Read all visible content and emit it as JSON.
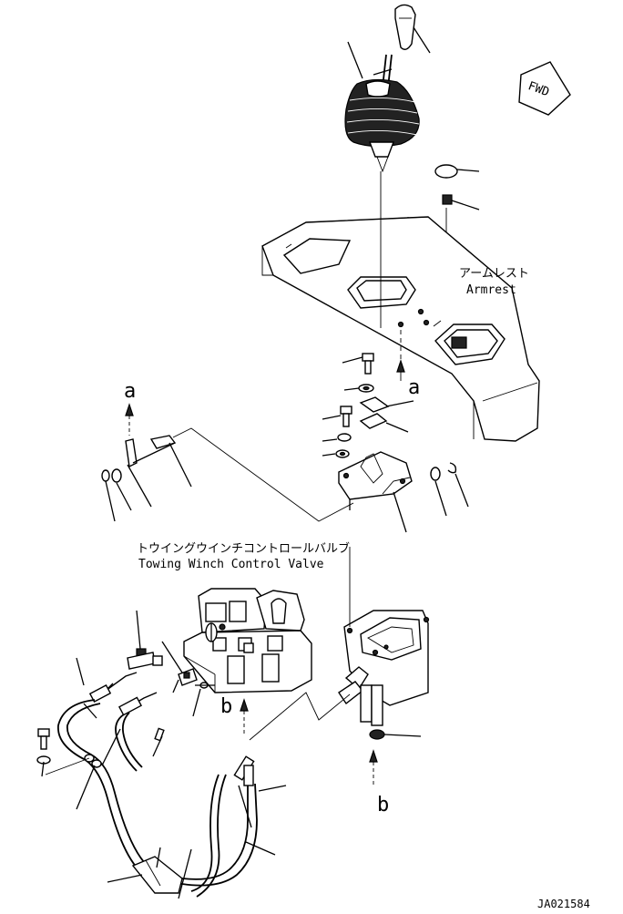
{
  "labels": {
    "armrest_jp": "アームレスト",
    "armrest_en": "Armrest",
    "valve_jp": "トウイングウインチコントロールバルブ",
    "valve_en": "Towing Winch Control Valve",
    "fwd": "FWD",
    "ref_a_top": "a",
    "ref_a_right": "a",
    "ref_b_left": "b",
    "ref_b_bottom": "b",
    "drawing_no": "JA021584"
  }
}
